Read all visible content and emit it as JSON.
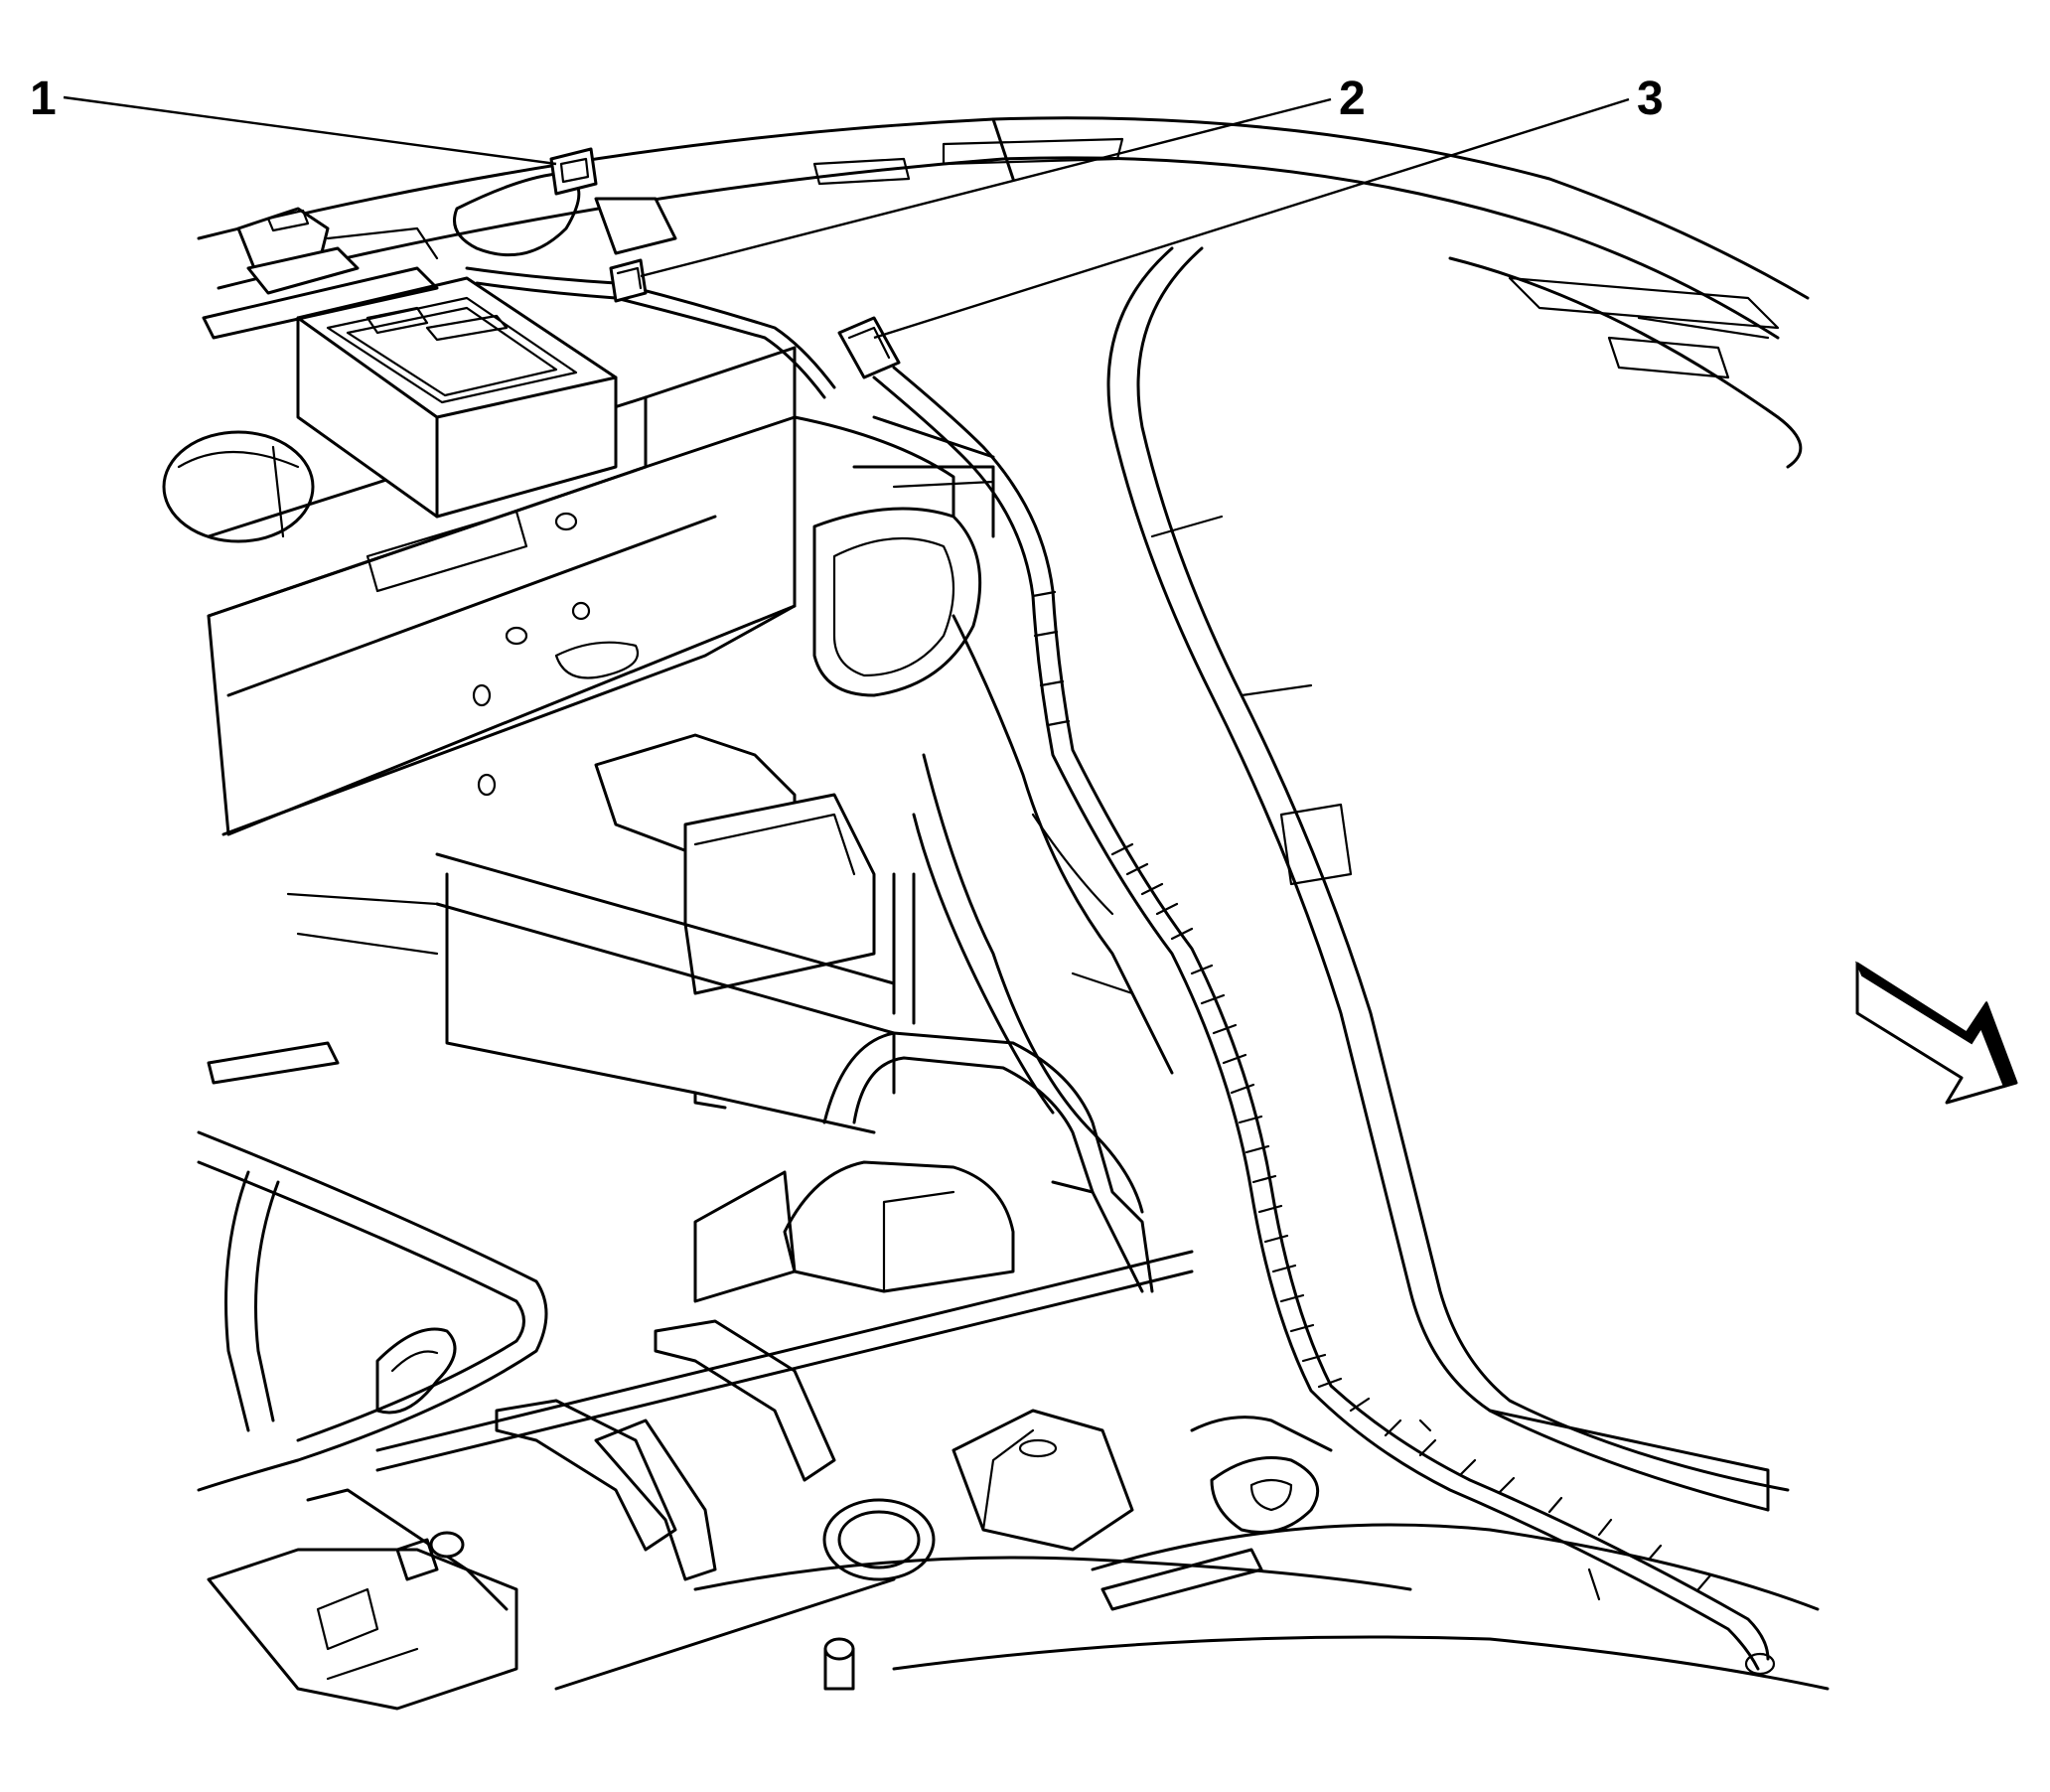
{
  "callouts": [
    {
      "label": "1",
      "target": "connector-1"
    },
    {
      "label": "2",
      "target": "connector-2"
    },
    {
      "label": "3",
      "target": "connector-3"
    }
  ],
  "icons": {
    "direction_arrow": "front-direction-arrow-icon"
  }
}
